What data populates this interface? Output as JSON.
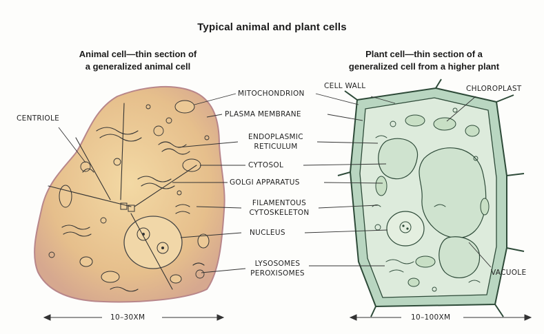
{
  "title": "Typical animal and plant cells",
  "animal": {
    "heading_line1": "Animal cell—thin section of",
    "heading_line2": "a generalized animal cell",
    "scale": "10–30XM",
    "labels": {
      "centriole": "CENTRIOLE"
    }
  },
  "plant": {
    "heading_line1": "Plant cell—thin section of a",
    "heading_line2": "generalized cell from a higher plant",
    "scale": "10–100XM",
    "labels": {
      "cell_wall": "CELL WALL",
      "chloroplast": "CHLOROPLAST",
      "vacuole": "VACUOLE"
    }
  },
  "shared_labels": {
    "mitochondrion": "MITOCHONDRION",
    "plasma_membrane": "PLASMA MEMBRANE",
    "er_line1": "ENDOPLASMIC",
    "er_line2": "RETICULUM",
    "cytosol": "CYTOSOL",
    "golgi": "GOLGI APPARATUS",
    "filament_line1": "FILAMENTOUS",
    "filament_line2": "CYTOSKELETON",
    "nucleus": "NUCLEUS",
    "lyso_line1": "LYSOSOMES",
    "lyso_line2": "PEROXISOMES"
  },
  "colors": {
    "animal_fill": "#e8c392",
    "animal_edge": "#c99a9c",
    "plant_wall": "#b9d6c1",
    "plant_cytoplasm": "#ddebdc",
    "plant_vacuole": "#cfe3cf",
    "ink": "#2a2a2a"
  }
}
